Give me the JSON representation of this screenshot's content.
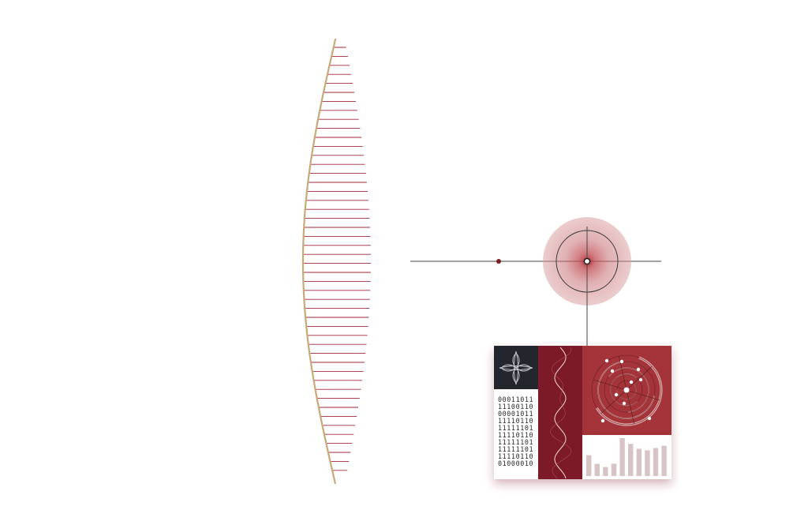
{
  "colors": {
    "background": "#ffffff",
    "lens_edge": "#c9a978",
    "lens_line": "#a3283a",
    "axis_line": "#444444",
    "focus_dot": "#7a1f1f",
    "glow": "#b33a3a",
    "panel_dark": "#24262d",
    "panel_wine": "#7c1a2a",
    "panel_red": "#a4343a",
    "bars": "#d8c4c4"
  },
  "icons": {
    "lens": "lens-icon",
    "focus_point": "focus-point-icon",
    "target": "target-rings-icon",
    "pattern": "four-point-star-icon",
    "waveform": "waveform-icon",
    "radar": "radar-icon"
  },
  "binary": [
    "00011011",
    "11100110",
    "00001011",
    "11110110",
    "11111101",
    "11110110",
    "11111101",
    "11111101",
    "11110110",
    "01000010"
  ],
  "bar_levels": [
    0.55,
    0.32,
    0.24,
    0.33,
    1.0,
    0.85,
    0.72,
    0.68,
    0.74,
    0.8
  ]
}
